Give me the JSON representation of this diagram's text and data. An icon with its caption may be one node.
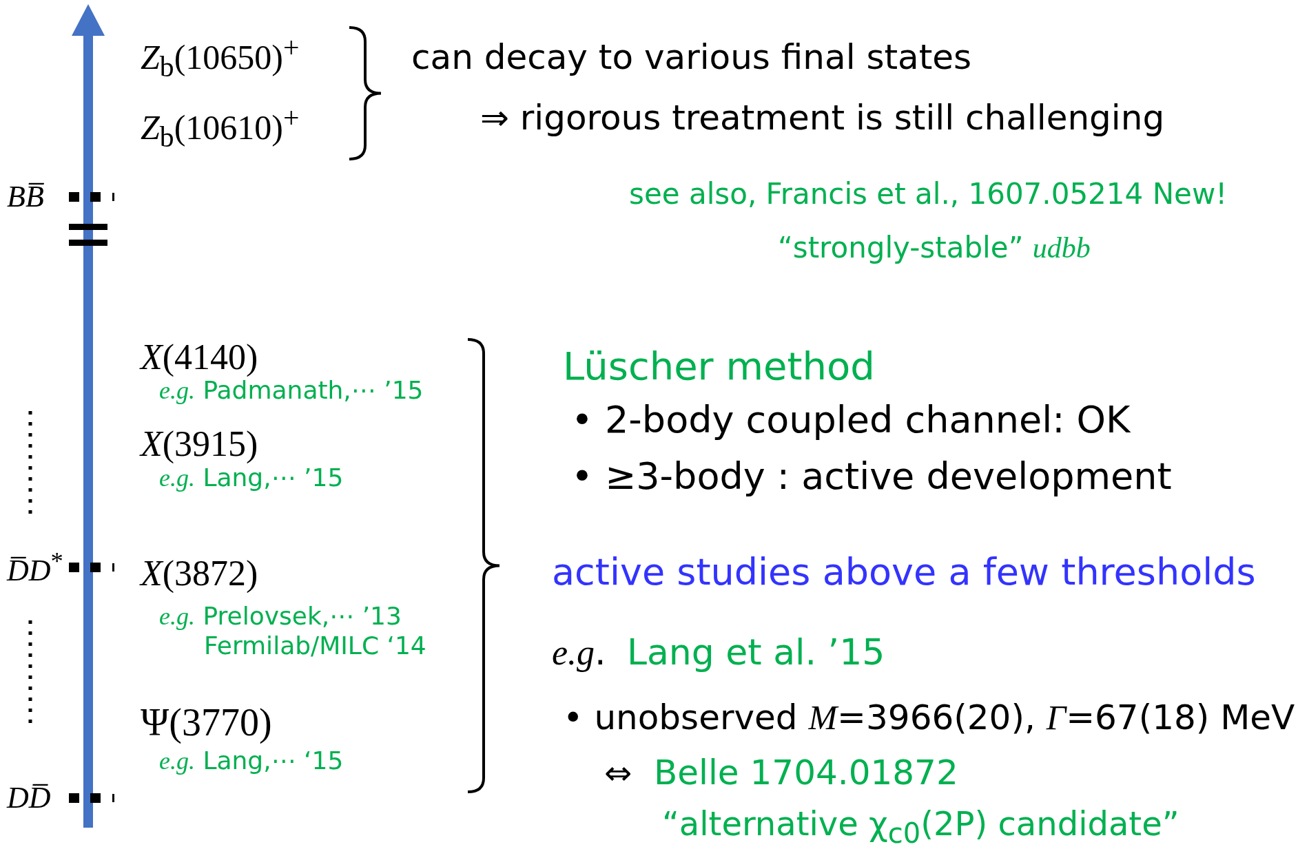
{
  "diagram": {
    "labels": [
      "*Z*$_{b}$(10650)$^{+}$",
      "can decay to various final states",
      "*Z*$_{b}$(10610)$^{+}$",
      "⇒ rigorous treatment is still challenging",
      "*BB̅*",
      "see also, Francis et al., 1607.05214 New!",
      "“strongly-stable” *udbb*",
      "*X*(4140)",
      "Lüscher method",
      "*e.g.* Padmanath,⋯ ’15",
      "• 2-body coupled channel: OK",
      "*X*(3915)",
      "• ≥3-body : active development",
      "*e.g.* Lang,⋯ ’15",
      "*D̅D*$^{*}$",
      "*X*(3872)",
      "active studies above a few thresholds",
      "*e.g.* Prelovsek,⋯ ’13",
      "Fermilab/MILC ‘14",
      "*e.g*.",
      "Lang et al. ’15",
      "Ψ(3770)",
      "• unobserved *M*=3966(20), *Γ*=67(18) MeV",
      "*e.g.* Lang,⋯ ‘15",
      "⇔",
      "Belle 1704.01872",
      "*DD̅*",
      "“alternative χ$_{c0}$(2P) candidate”"
    ]
  }
}
